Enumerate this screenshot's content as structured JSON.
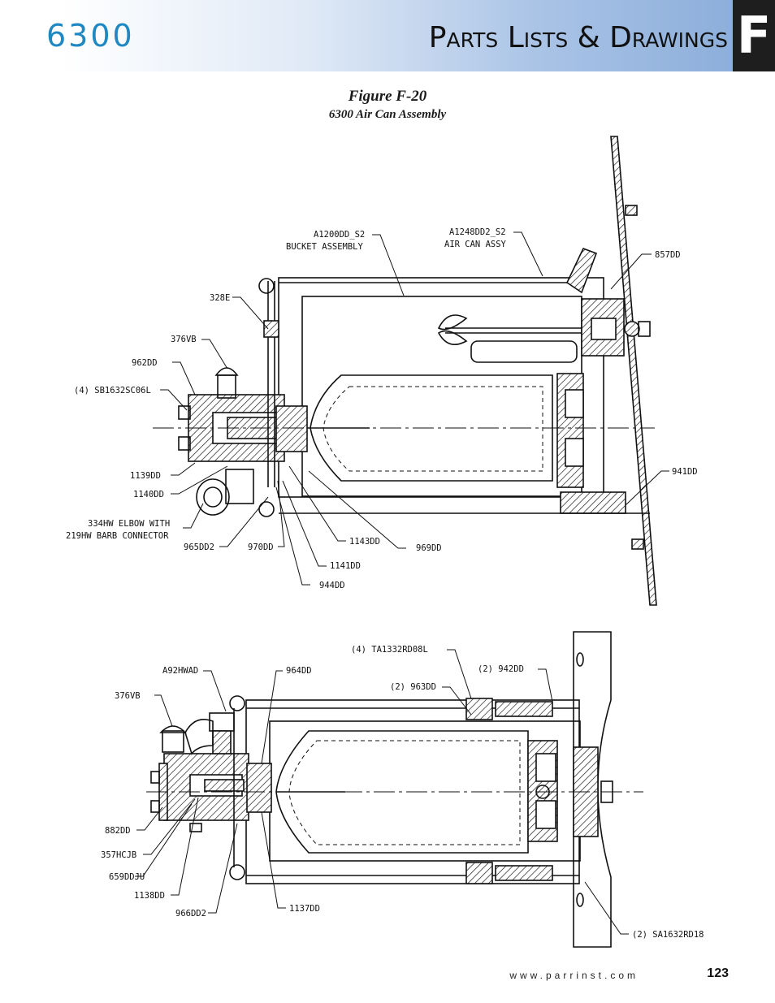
{
  "header": {
    "model": "6300",
    "section_title": "Parts Lists & Drawings",
    "section_letter": "F"
  },
  "figure": {
    "title": "Figure F-20",
    "subtitle": "6300 Air Can Assembly"
  },
  "top_callouts": {
    "bucket_part": "A1200DD_S2",
    "bucket_desc": "BUCKET ASSEMBLY",
    "aircan_part": "A1248DD2_S2",
    "aircan_desc": "AIR CAN ASSY",
    "p857": "857DD",
    "p328": "328E",
    "p376": "376VB",
    "p962": "962DD",
    "p4sb": "(4) SB1632SC06L",
    "p1139": "1139DD",
    "p1140": "1140DD",
    "p334a": "334HW ELBOW WITH",
    "p334b": "219HW BARB CONNECTOR",
    "p965": "965DD2",
    "p970": "970DD",
    "p1143": "1143DD",
    "p969": "969DD",
    "p1141": "1141DD",
    "p944": "944DD",
    "p941": "941DD"
  },
  "bottom_callouts": {
    "p4ta": "(4) TA1332RD08L",
    "pa92": "A92HWAD",
    "p964": "964DD",
    "p942": "(2) 942DD",
    "p963": "(2) 963DD",
    "p376": "376VB",
    "p882": "882DD",
    "p357": "357HCJB",
    "p659": "659DDJU",
    "p1138": "1138DD",
    "p966": "966DD2",
    "p1137": "1137DD",
    "psa": "(2) SA1632RD18"
  },
  "footer": {
    "url": "www.parrinst.com",
    "page": "123"
  }
}
